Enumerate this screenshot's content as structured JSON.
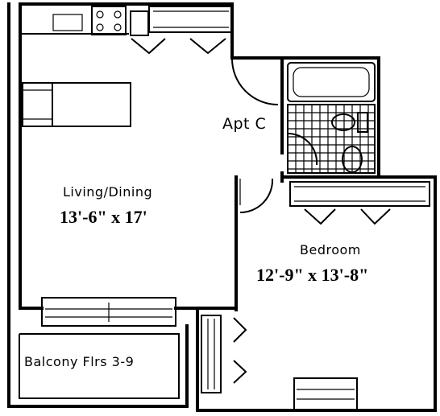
{
  "apartment": {
    "label": "Apt C"
  },
  "rooms": {
    "living": {
      "name": "Living/Dining",
      "dimensions": "13'-6\" x 17'"
    },
    "bedroom": {
      "name": "Bedroom",
      "dimensions": "12'-9\" x 13'-8\""
    },
    "balcony": {
      "name": "Balcony Flrs 3-9"
    }
  }
}
